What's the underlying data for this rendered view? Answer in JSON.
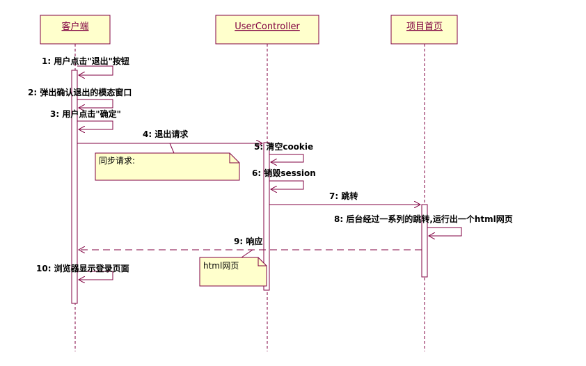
{
  "lifelines": [
    {
      "id": "client",
      "label": "客户端"
    },
    {
      "id": "controller",
      "label": "UserController"
    },
    {
      "id": "home",
      "label": "项目首页"
    }
  ],
  "messages": [
    {
      "label": "1: 用户点击\"退出\"按钮"
    },
    {
      "label": "2: 弹出确认退出的模态窗口"
    },
    {
      "label": "3: 用户点击\"确定\""
    },
    {
      "label": "4: 退出请求"
    },
    {
      "label": "5: 清空cookie"
    },
    {
      "label": "6: 销毁session"
    },
    {
      "label": "7: 跳转"
    },
    {
      "label": "8: 后台经过一系列的跳转,运行出一个html网页"
    },
    {
      "label": "9: 响应"
    },
    {
      "label": "10: 浏览器显示登录页面"
    }
  ],
  "notes": [
    {
      "text": "同步请求:"
    },
    {
      "text": "html网页"
    }
  ],
  "colors": {
    "border": "#800040",
    "head_fill": "#FFFFCC",
    "line": "#800040",
    "note_fill": "#FFFFCC"
  }
}
